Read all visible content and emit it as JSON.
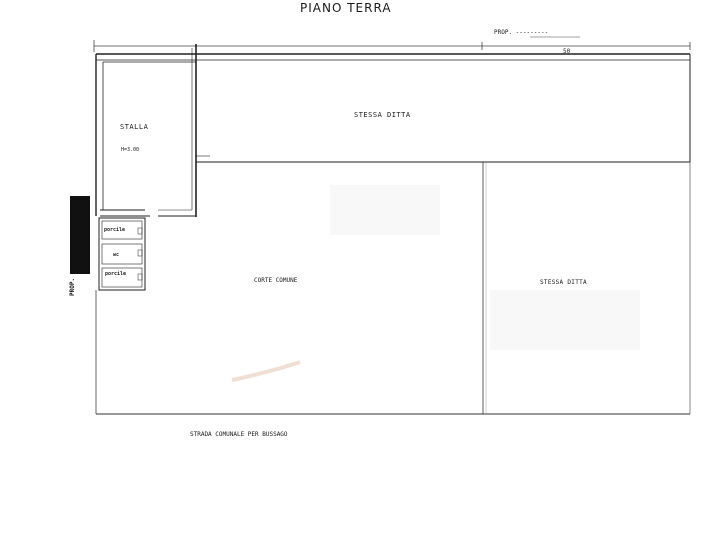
{
  "document": {
    "title": "PIANO TERRA",
    "neighbor_top_label": "PROP. ---------",
    "number_label": "50",
    "main_room_label": "STESSA DITTA",
    "stalla": {
      "name": "STALLA",
      "height": "H=3.00"
    },
    "small_rooms": [
      "porcile",
      "wc",
      "porcile"
    ],
    "courtyard_label": "CORTE COMUNE",
    "right_room_label": "STESSA DITTA",
    "road_label": "STRADA COMUNALE PER BUSSAGO",
    "neighbor_side_label": "PROP."
  }
}
